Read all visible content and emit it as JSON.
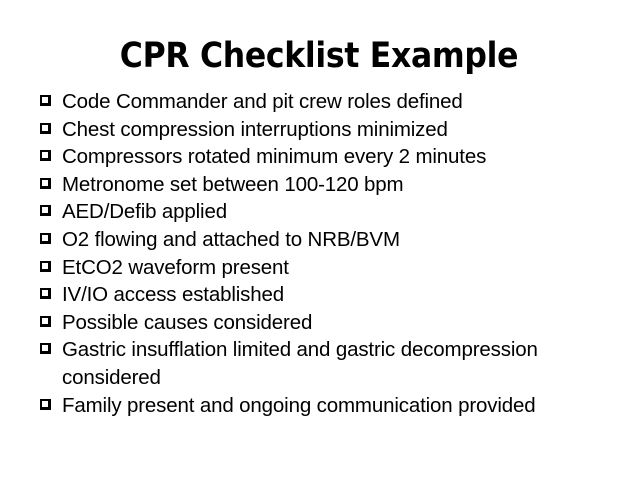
{
  "slide": {
    "title": "CPR Checklist Example",
    "background_color": "#FFFFFF",
    "text_color": "#000000",
    "bullet_icon": "empty-checkbox-icon",
    "items": [
      {
        "text": "Code Commander and pit crew roles defined",
        "continuation": null
      },
      {
        "text": "Chest compression interruptions minimized",
        "continuation": null
      },
      {
        "text": "Compressors rotated minimum every 2 minutes",
        "continuation": null
      },
      {
        "text": "Metronome set between 100-120 bpm",
        "continuation": null
      },
      {
        "text": "AED/Defib applied",
        "continuation": null
      },
      {
        "text": "O2 flowing and attached to NRB/BVM",
        "continuation": null
      },
      {
        "text": "EtCO2 waveform present",
        "continuation": null
      },
      {
        "text": "IV/IO access established",
        "continuation": null
      },
      {
        "text": "Possible causes considered",
        "continuation": null
      },
      {
        "text": "Gastric insufflation limited and gastric decompression",
        "continuation": "considered"
      },
      {
        "text": "Family present and ongoing communication provided",
        "continuation": null
      }
    ]
  }
}
